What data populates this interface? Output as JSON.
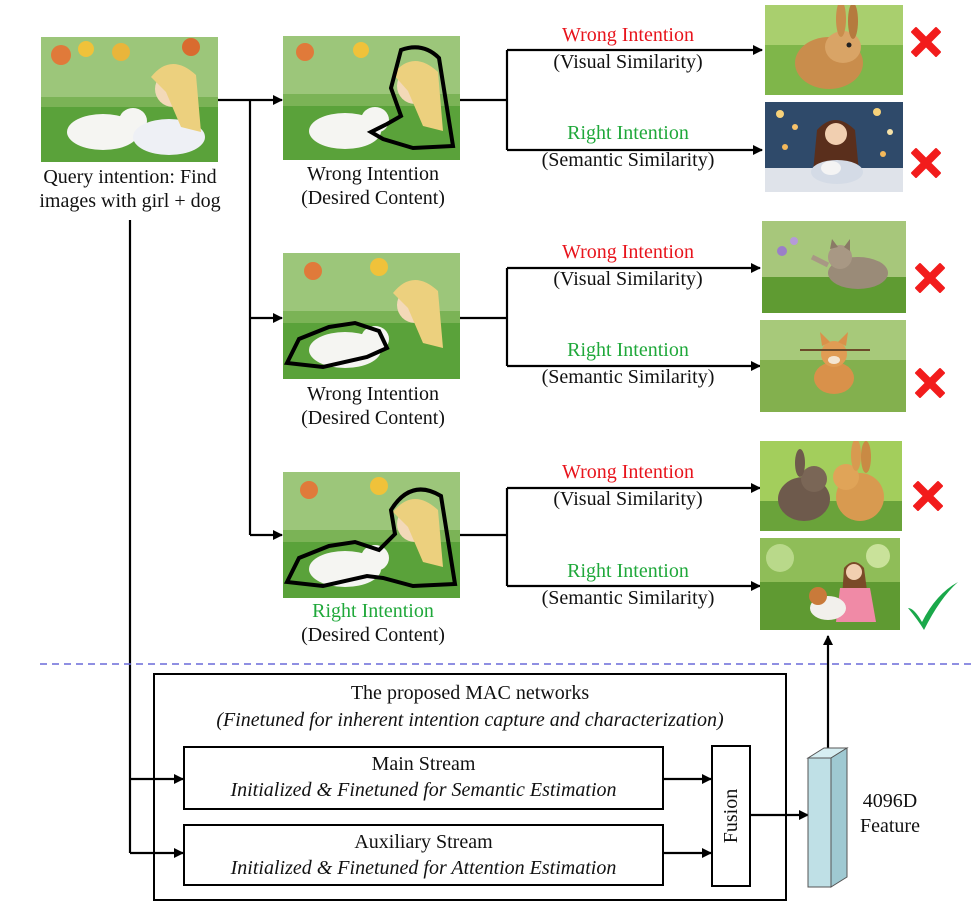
{
  "query": {
    "line1": "Query intention: Find",
    "line2": "images with girl + dog"
  },
  "branches": [
    {
      "title": "Wrong Intention",
      "subtitle": "(Desired Content)",
      "title_color": "black"
    },
    {
      "title": "Wrong Intention",
      "subtitle": "(Desired Content)",
      "title_color": "black"
    },
    {
      "title": "Right Intention",
      "subtitle": "(Desired Content)",
      "title_color": "green"
    }
  ],
  "retrieval": {
    "wrong": "Wrong Intention",
    "visual": "(Visual Similarity)",
    "right": "Right Intention",
    "semantic": "(Semantic Similarity)"
  },
  "results": [
    {
      "subject": "rabbit",
      "outcome": "cross"
    },
    {
      "subject": "girl-with-kitten",
      "outcome": "cross"
    },
    {
      "subject": "cat",
      "outcome": "cross"
    },
    {
      "subject": "corgi",
      "outcome": "cross"
    },
    {
      "subject": "two-rabbits",
      "outcome": "cross"
    },
    {
      "subject": "girl-with-dog",
      "outcome": "check"
    }
  ],
  "mac": {
    "title": "The proposed MAC networks",
    "subtitle": "(Finetuned for inherent intention capture and characterization)",
    "main_title": "Main Stream",
    "main_sub": "Initialized & Finetuned for Semantic Estimation",
    "aux_title": "Auxiliary Stream",
    "aux_sub": "Initialized & Finetuned for Attention Estimation",
    "fusion": "Fusion"
  },
  "feature": {
    "line1": "4096D",
    "line2": "Feature"
  },
  "colors": {
    "wrong": "#e8141c",
    "right": "#1fa83a",
    "divider": "#6a6ad8",
    "feature_bar": "#bfe0e6",
    "cross": "#f21c1c",
    "check": "#1aa84a"
  }
}
